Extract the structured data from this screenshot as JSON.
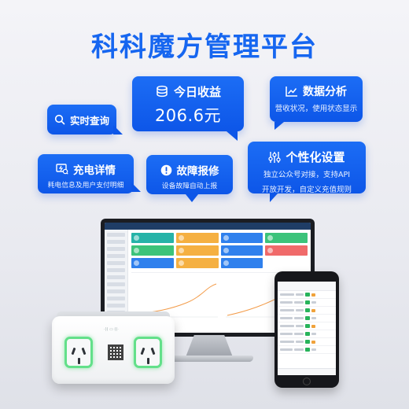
{
  "title": "科科魔方管理平台",
  "bubbles": {
    "query": {
      "label": "实时查询",
      "icon": "search-icon"
    },
    "income": {
      "label": "今日收益",
      "amount": "206.6元",
      "icon": "coins-icon"
    },
    "data": {
      "label": "数据分析",
      "desc": "营收状况，使用状态显示",
      "icon": "line-chart-icon"
    },
    "charge": {
      "label": "充电详情",
      "desc": "耗电信息及用户支付明细",
      "icon": "charge-detail-icon"
    },
    "repair": {
      "label": "故障报修",
      "desc": "设备故障自动上报",
      "icon": "alert-icon"
    },
    "custom": {
      "label": "个性化设置",
      "desc_line1": "独立公众号对接，支持API",
      "desc_line2": "开放开发，自定义充值规则",
      "icon": "settings-icon"
    }
  },
  "colors": {
    "accent": "#1666f0",
    "bubble": "#0d56e8",
    "tile_blue": "#2f80ed",
    "tile_green": "#3cc37a",
    "tile_orange": "#f5b041",
    "tile_teal": "#26b3a8",
    "socket_glow": "#63e08a"
  }
}
